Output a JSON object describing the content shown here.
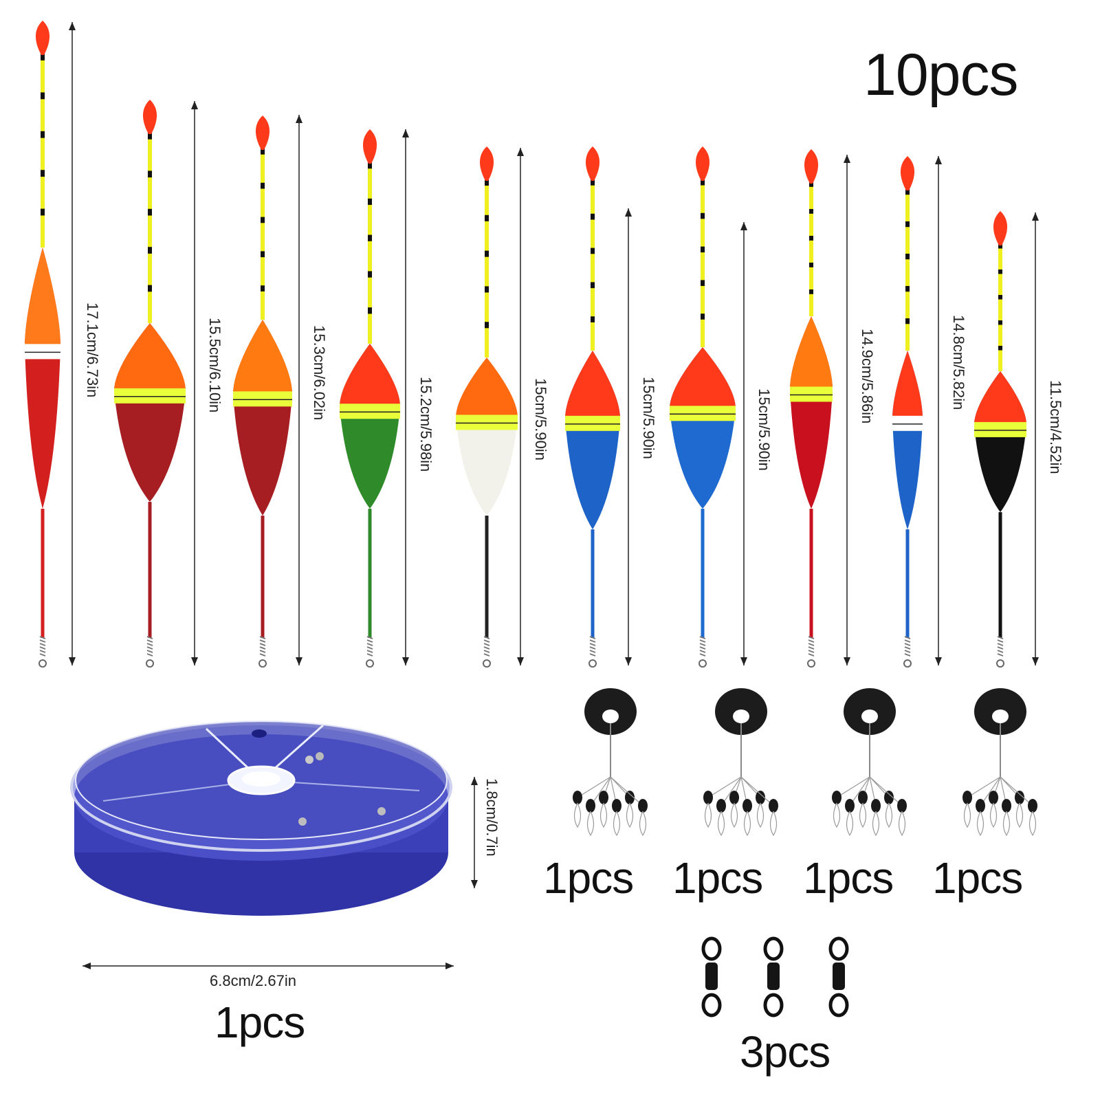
{
  "title_count": "10pcs",
  "floats": [
    {
      "size": "17.1cm/6.73in",
      "body": "#d41f1f",
      "top": "#ff7a1a",
      "band": "#ffffff"
    },
    {
      "size": "15.5cm/6.10in",
      "body": "#a61e22",
      "top": "#ff6a10",
      "band": "#e8ff3a"
    },
    {
      "size": "15.3cm/6.02in",
      "body": "#a61e22",
      "top": "#ff7a10",
      "band": "#e8ff3a"
    },
    {
      "size": "15.2cm/5.98in",
      "body": "#2f8a2a",
      "top": "#ff3a1a",
      "band": "#e8ff3a"
    },
    {
      "size": "15cm/5.90in",
      "body": "#f2f2ea",
      "top": "#ff6a10",
      "band": "#e8ff3a"
    },
    {
      "size": "15cm/5.90in",
      "body": "#1e63c8",
      "top": "#ff3a1a",
      "band": "#e8ff3a"
    },
    {
      "size": "15cm/5.90in",
      "body": "#1e6ad0",
      "top": "#ff3a1a",
      "band": "#e8ff3a"
    },
    {
      "size": "14.9cm/5.86in",
      "body": "#c8101e",
      "top": "#ff7a10",
      "band": "#e8ff3a"
    },
    {
      "size": "14.8cm/5.82in",
      "body": "#1e63c8",
      "top": "#ff3a1a",
      "band": "#ffffff"
    },
    {
      "size": "11.5cm/4.52in",
      "body": "#111111",
      "top": "#ff3a1a",
      "band": "#e8ff3a"
    }
  ],
  "box": {
    "count": "1pcs",
    "width_label": "6.8cm/2.67in",
    "height_label": "1.8cm/0.7in"
  },
  "stoppers": [
    {
      "count": "1pcs"
    },
    {
      "count": "1pcs"
    },
    {
      "count": "1pcs"
    },
    {
      "count": "1pcs"
    }
  ],
  "swivels": {
    "count": "3pcs"
  },
  "colors": {
    "tip": "#ff3a1a",
    "stripe_yellow": "#f0f020",
    "stripe_black": "#111111",
    "box_blue": "#3b3fb8",
    "arrow": "#222222"
  }
}
